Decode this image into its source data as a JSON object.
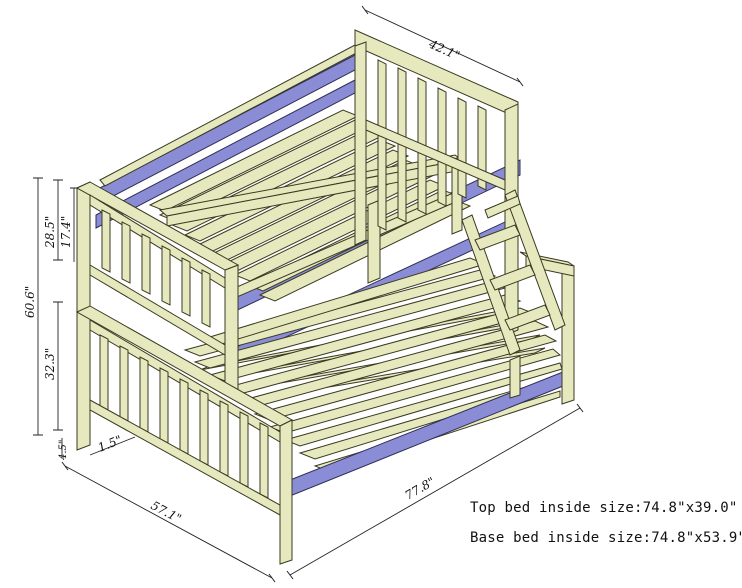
{
  "dimensions": {
    "width_top": "42.1\"",
    "overall_height": "60.6\"",
    "upper_rail": "28.5\"",
    "upper_guard": "17.4\"",
    "lower_height": "32.3\"",
    "foot": "4.5\"",
    "slat_gap": "1.5\"",
    "base_width": "57.1\"",
    "length": "77.8\""
  },
  "specs": {
    "top_bed": "Top bed inside size:74.8\"x39.0\"",
    "base_bed": "Base bed inside size:74.8\"x53.9\""
  },
  "colors": {
    "wood": "#e6e8bd",
    "blue_rail": "#8a8cd6",
    "outline": "#3a3a22"
  }
}
